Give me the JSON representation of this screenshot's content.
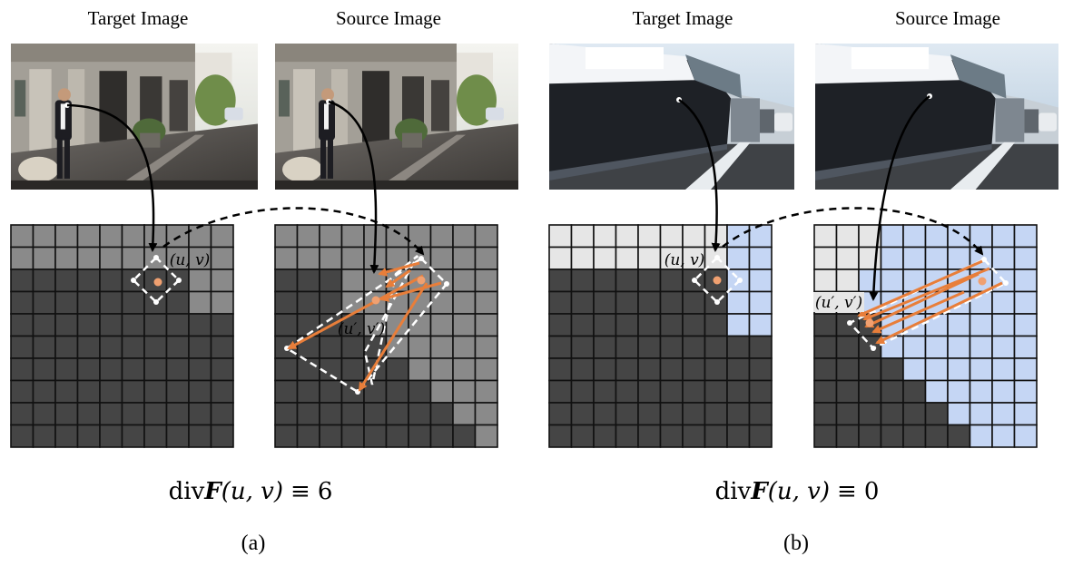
{
  "panels": [
    {
      "id": "a",
      "target_title": "Target Image",
      "source_title": "Source Image",
      "target_point_label": "(u, v)",
      "source_point_label": "(u′, v′)",
      "formula": {
        "div": "div",
        "F": "F",
        "args": "(u, v)",
        "op": "≡",
        "value": "6"
      },
      "caption": "(a)",
      "colors": {
        "background_cell": "#8a8a8a",
        "object_cell": "#454545",
        "grid_line": "#111111"
      }
    },
    {
      "id": "b",
      "target_title": "Target Image",
      "source_title": "Source Image",
      "target_point_label": "(u, v)",
      "source_point_label": "(u′, v′)",
      "formula": {
        "div": "div",
        "F": "F",
        "args": "(u, v)",
        "op": "≡",
        "value": "0"
      },
      "caption": "(b)",
      "colors": {
        "background_cell": "#e6e6e6",
        "object_cell": "#454545",
        "highlight_cell": "#c5d6f4",
        "grid_line": "#111111"
      }
    }
  ],
  "colors": {
    "flow_arrow": "#e87e3a",
    "sample_point": "#f0a070",
    "box": "#ffffff"
  }
}
